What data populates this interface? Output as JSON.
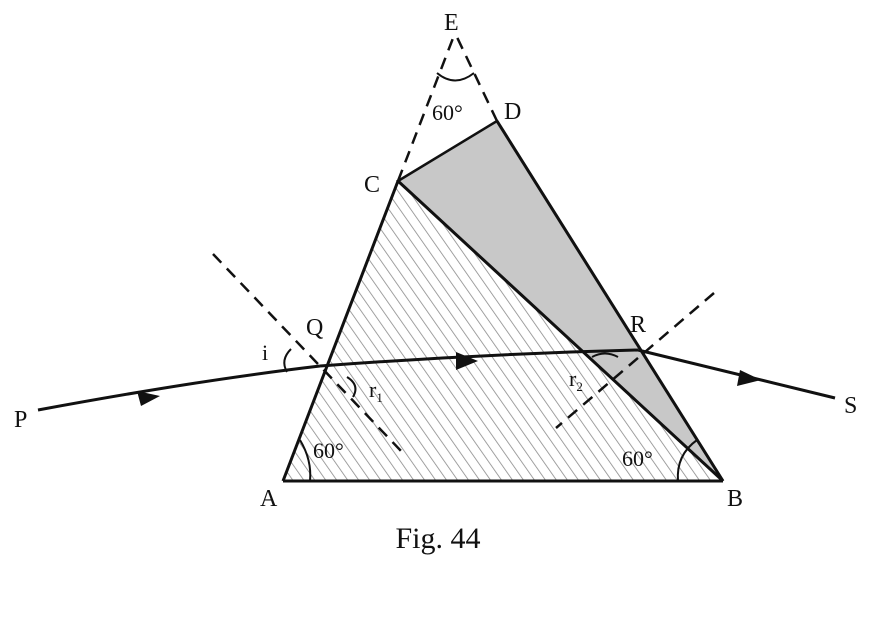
{
  "figure": {
    "caption": "Fig. 44",
    "colors": {
      "ink": "#111111",
      "shaded": "#c8c8c8",
      "hatch": "#8a8a8a",
      "background": "#ffffff"
    },
    "points": {
      "A": "A",
      "B": "B",
      "C": "C",
      "D": "D",
      "E": "E",
      "P": "P",
      "Q": "Q",
      "R": "R",
      "S": "S"
    },
    "angles": {
      "apex": "60°",
      "base_left": "60°",
      "base_right": "60°",
      "incidence": "i",
      "refraction_1": "r",
      "refraction_1_sub": "1",
      "refraction_2": "r",
      "refraction_2_sub": "2"
    }
  }
}
